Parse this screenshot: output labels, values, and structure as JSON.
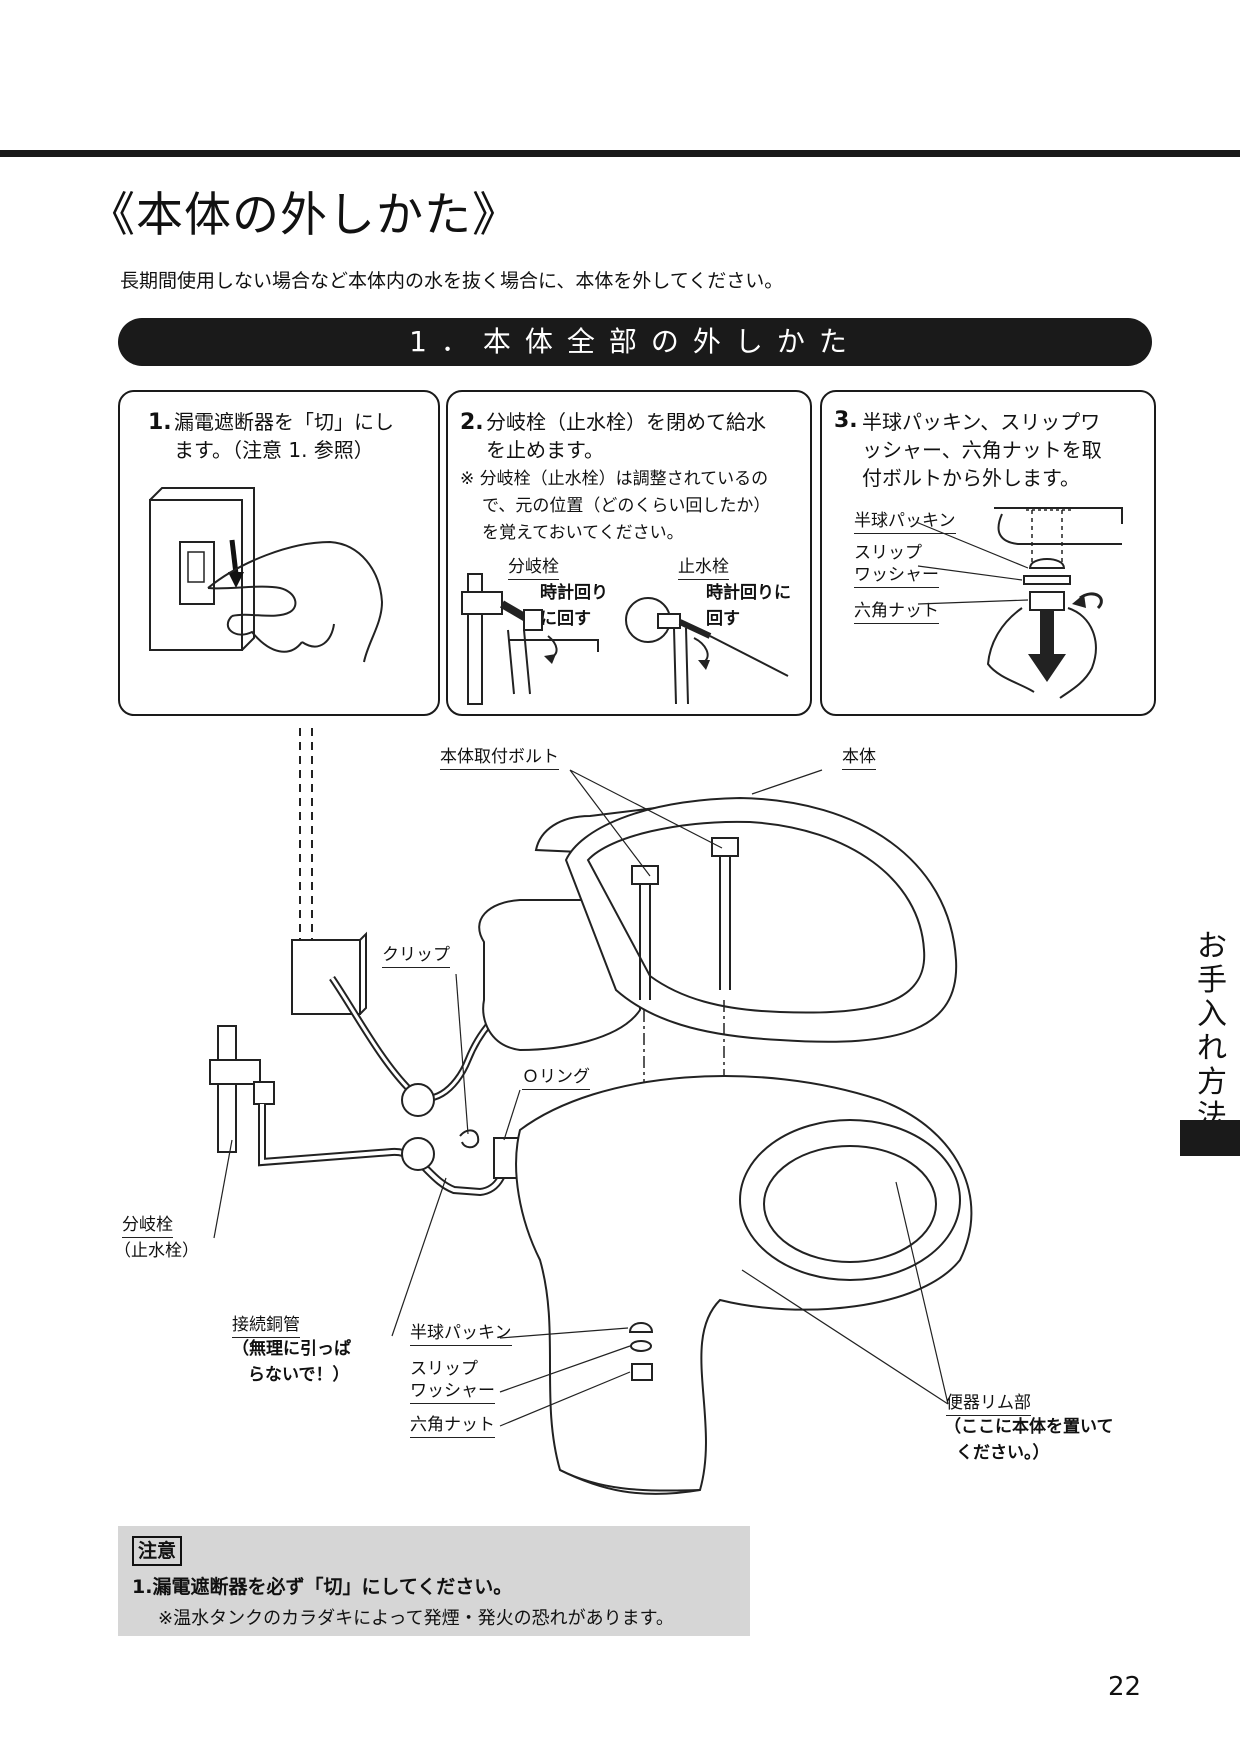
{
  "page": {
    "title": "《本体の外しかた》",
    "intro": "長期間使用しない場合など本体内の水を抜く場合に、本体を外してください。",
    "banner": "1．本体全部の外しかた",
    "page_number": "22",
    "side_tab": "お手入れ方法"
  },
  "steps": [
    {
      "num": "1.",
      "line1": "漏電遮断器を「切」にし",
      "line2": "ます。（注意 1. 参照）"
    },
    {
      "num": "2.",
      "line1": "分岐栓（止水栓）を閉めて給水",
      "line2": "を止めます。",
      "note1": "※ 分岐栓（止水栓）は調整されているの",
      "note2": "で、元の位置（どのくらい回したか）",
      "note3": "を覚えておいてください。",
      "label_a": "分岐栓",
      "label_b": "止水栓",
      "turn_a1": "時計回り",
      "turn_a2": "に回す",
      "turn_b1": "時計回りに",
      "turn_b2": "回す"
    },
    {
      "num": "3.",
      "line1": "半球パッキン、スリップワ",
      "line2": "ッシャー、六角ナットを取",
      "line3": "付ボルトから外します。",
      "part1": "半球パッキン",
      "part2a": "スリップ",
      "part2b": "ワッシャー",
      "part3": "六角ナット"
    }
  ],
  "labels": {
    "bolt": "本体取付ボルト",
    "body": "本体",
    "clip": "クリップ",
    "oring": "Ｏリング",
    "valve1": "分岐栓",
    "valve2": "（止水栓）",
    "pipe": "接続銅管",
    "pipe_note1": "（無理に引っぱ",
    "pipe_note2": "らないで！）",
    "packing": "半球パッキン",
    "washer1": "スリップ",
    "washer2": "ワッシャー",
    "nut": "六角ナット",
    "rim": "便器リム部",
    "rim_note1": "（ここに本体を置いて",
    "rim_note2": "ください。）"
  },
  "caution": {
    "tag": "注意",
    "item1": "1.漏電遮断器を必ず「切」にしてください。",
    "item2": "※温水タンクのカラダキによって発煙・発火の恐れがあります。"
  }
}
